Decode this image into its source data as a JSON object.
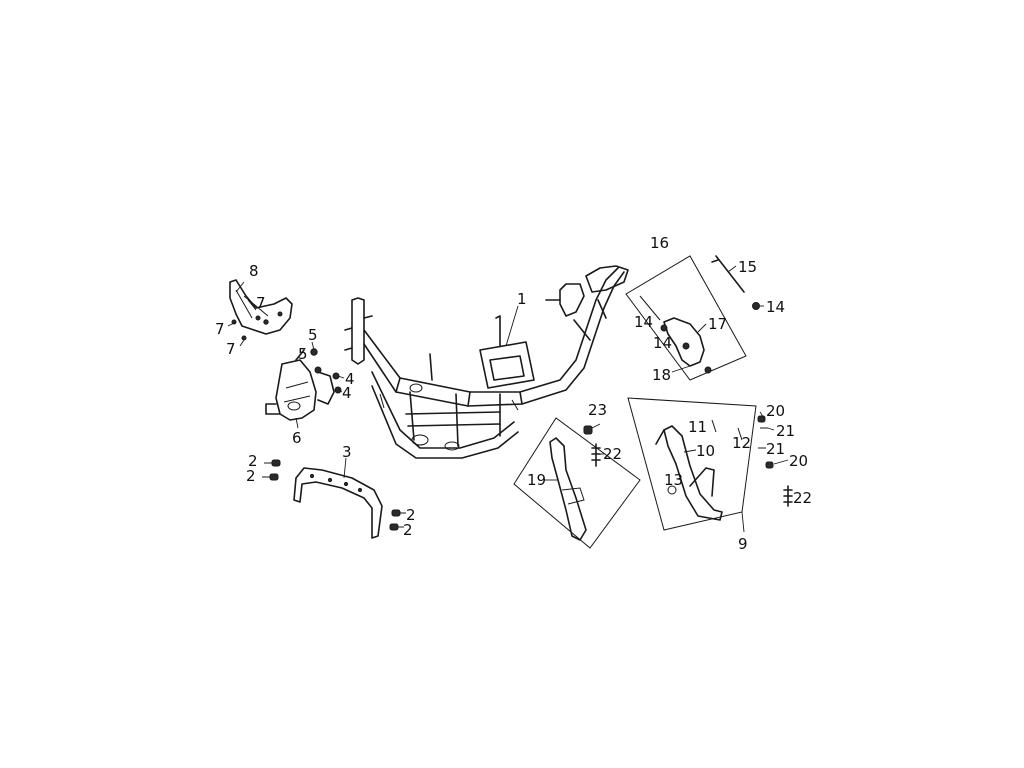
{
  "callouts": [
    "1",
    "2",
    "2",
    "2",
    "2",
    "3",
    "4",
    "4",
    "5",
    "5",
    "6",
    "7",
    "7",
    "7",
    "8",
    "9",
    "10",
    "11",
    "12",
    "13",
    "14",
    "14",
    "14",
    "15",
    "16",
    "17",
    "18",
    "19",
    "20",
    "20",
    "21",
    "21",
    "22",
    "22",
    "23"
  ]
}
